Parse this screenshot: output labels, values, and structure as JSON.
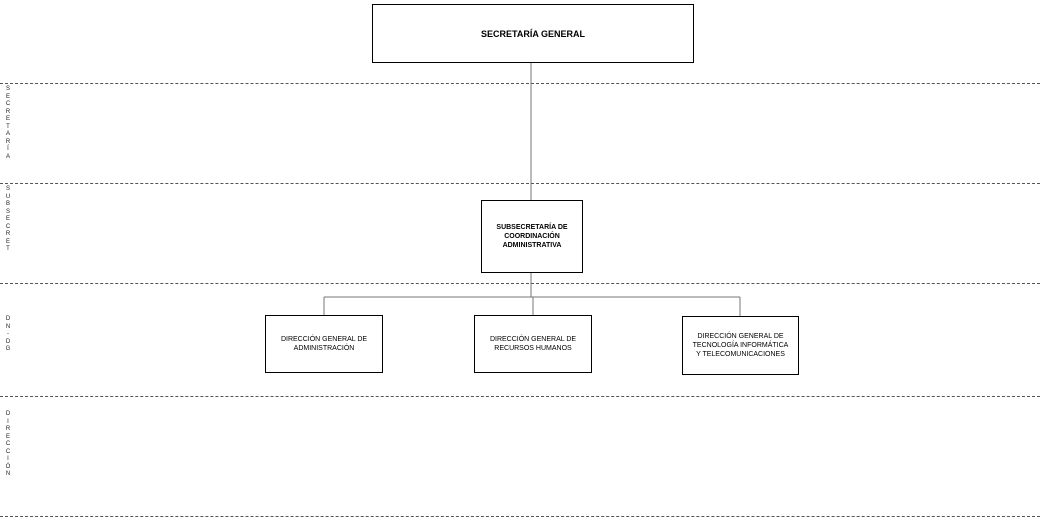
{
  "bands": [
    {
      "label": "S\nE\nC\nR\nE\nT\nA\nR\nÍ\nA"
    },
    {
      "label": "S\nU\nB\nS\nE\nC\nR\nE\nT"
    },
    {
      "label": "D\nN\n-\nD\nG"
    },
    {
      "label": "D\nI\nR\nE\nC\nC\nI\nÓ\nN"
    }
  ],
  "nodes": {
    "secretaria_general": "SECRETARÍA GENERAL",
    "subsecretaria": "SUBSECRETARÍA DE COORDINACIÓN ADMINISTRATIVA",
    "dg_administracion": "DIRECCIÓN GENERAL DE ADMINISTRACIÓN",
    "dg_rrhh": "DIRECCIÓN GENERAL DE RECURSOS HUMANOS",
    "dg_tic": "DIRECCIÓN GENERAL DE TECNOLOGÍA INFORMÁTICA Y TELECOMUNICACIONES"
  }
}
